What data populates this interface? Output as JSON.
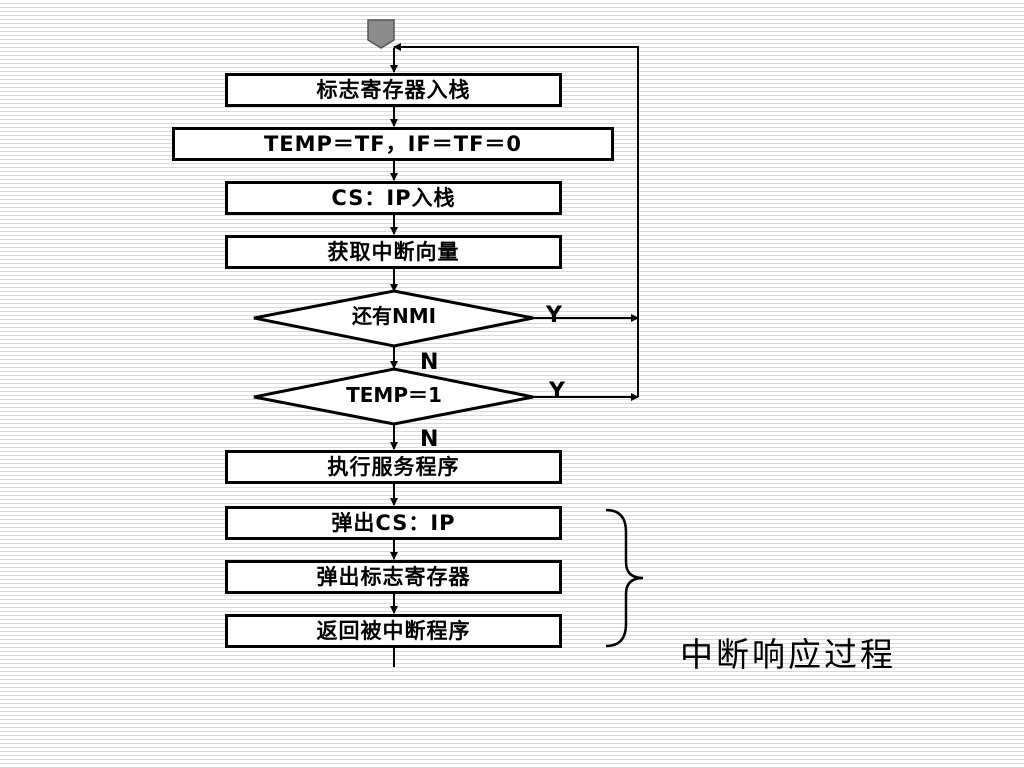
{
  "steps": {
    "push_flags": "标志寄存器入栈",
    "temp_tf": "TEMP＝TF，IF＝TF＝0",
    "push_cs_ip": "CS：IP入栈",
    "get_vector": "获取中断向量",
    "exec_service": "执行服务程序",
    "pop_cs_ip": "弹出CS：IP",
    "pop_flags": "弹出标志寄存器",
    "return": "返回被中断程序"
  },
  "decisions": {
    "nmi": {
      "text": "还有NMI",
      "yes": "Y",
      "no": "N"
    },
    "temp": {
      "text": "TEMP＝1",
      "yes": "Y",
      "no": "N"
    }
  },
  "caption": "中断响应过程"
}
